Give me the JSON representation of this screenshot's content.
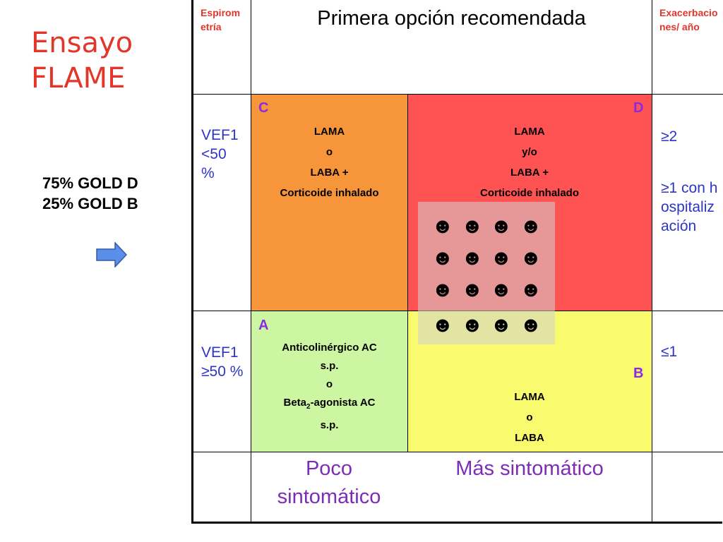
{
  "slide": {
    "title_line1": "Ensayo",
    "title_line2": "FLAME",
    "stat_1": "75% GOLD D",
    "stat_2": "25% GOLD B"
  },
  "table": {
    "header": {
      "espirometria": "Espirometría",
      "recomendada": "Primera opción recomendada",
      "exacerbaciones": "Exacerbaciones/ año"
    },
    "row_high": {
      "spiro": "VEF1 <50 %",
      "exac_1": "≥2",
      "exac_2": "≥1 con hospitalización"
    },
    "row_low": {
      "spiro": "VEF1 ≥50 %",
      "exac": "≤1"
    },
    "quadrants": {
      "C": {
        "letter": "C",
        "lines": [
          "LAMA",
          "o",
          "LABA +",
          "Corticoide inhalado"
        ]
      },
      "D": {
        "letter": "D",
        "lines": [
          "LAMA",
          "y/o",
          "LABA +",
          "Corticoide inhalado"
        ]
      },
      "A": {
        "letter": "A",
        "line1": "Anticolinérgico AC",
        "line2": "s.p.",
        "line3": "o",
        "line4_a": "Beta",
        "line4_sub": "2",
        "line4_b": "-agonista AC",
        "line5": "s.p."
      },
      "B": {
        "letter": "B",
        "lines": [
          "LAMA",
          "o",
          "LABA"
        ]
      }
    },
    "footer": {
      "poco": "Poco sintomático",
      "mas": "Más sintomático"
    }
  },
  "smiley_glyph": "☻",
  "colors": {
    "orange": "#f7953a",
    "red": "#ff5252",
    "green": "#ccf6a2",
    "yellow": "#f9fa6e",
    "title_red": "#e2362b",
    "arrow_blue": "#5a8ee8",
    "purple": "#7c2cb6"
  }
}
